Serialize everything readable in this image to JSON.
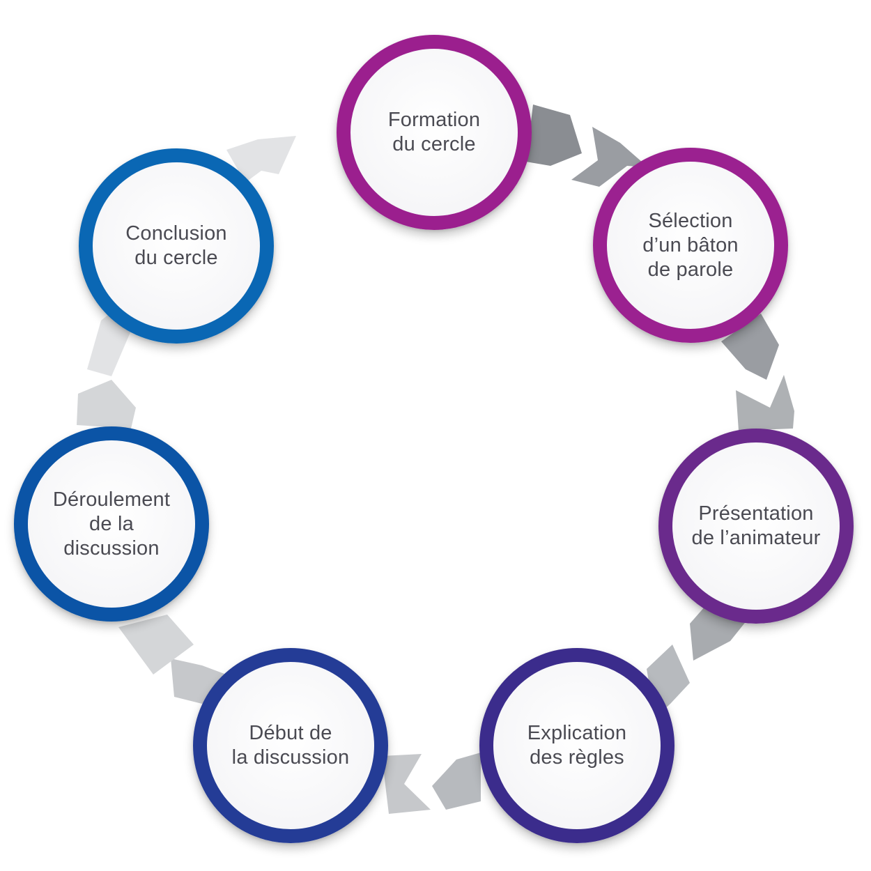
{
  "title": "Étapes du cercle de discussion",
  "steps": [
    {
      "label": "Formation\ndu cercle",
      "color": "#9b1f8e"
    },
    {
      "label": "Sélection\nd’un bâton\nde parole",
      "color": "#9b2190"
    },
    {
      "label": "Présentation\nde l’animateur",
      "color": "#6a2a8c"
    },
    {
      "label": "Explication\ndes règles",
      "color": "#3b2c8c"
    },
    {
      "label": "Début de\nla discussion",
      "color": "#243c96"
    },
    {
      "label": "Déroulement\nde la\ndiscussion",
      "color": "#0b54a6"
    },
    {
      "label": "Conclusion\ndu cercle",
      "color": "#0a67b4"
    }
  ],
  "connector_colors": [
    "#8a8d92",
    "#9a9da2",
    "#a8abaf",
    "#b7babe",
    "#c6c8cb",
    "#d4d6d8",
    "#e2e3e5"
  ]
}
